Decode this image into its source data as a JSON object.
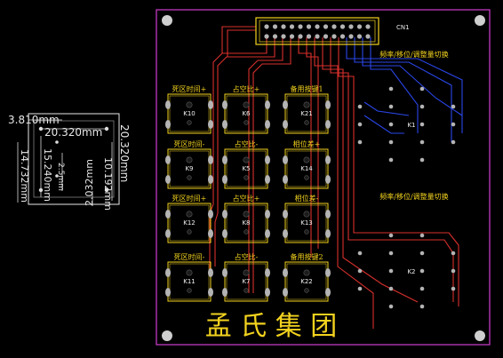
{
  "colors": {
    "background": "#000000",
    "board_outline": "#d23cd2",
    "silkscreen": "#f2d21e",
    "top_copper": "#d8302c",
    "bottom_copper": "#2a46e8",
    "pad": "#b4b4b4",
    "hole": "#1c1c1c",
    "dimension": "#e8e8e8",
    "dimension_line": "#d8d8d8"
  },
  "connector": {
    "label": "CN1"
  },
  "keys": [
    {
      "ref": "K10",
      "label": "死区时间+"
    },
    {
      "ref": "K6",
      "label": "占空比+"
    },
    {
      "ref": "K21",
      "label": "备用按键1"
    },
    {
      "ref": "K9",
      "label": "死区时间-"
    },
    {
      "ref": "K5",
      "label": "占空比-"
    },
    {
      "ref": "K14",
      "label": "相位差+"
    },
    {
      "ref": "K12",
      "label": "死区时间+"
    },
    {
      "ref": "K8",
      "label": "占空比+"
    },
    {
      "ref": "K13",
      "label": "相位差-"
    },
    {
      "ref": "K11",
      "label": "死区时间-"
    },
    {
      "ref": "K7",
      "label": "占空比-"
    },
    {
      "ref": "K22",
      "label": "备用按键2"
    }
  ],
  "encoders": [
    {
      "ref": "K1",
      "label": "频率/移位/调整量切换"
    },
    {
      "ref": "K2",
      "label": "频率/移位/调整量切换"
    }
  ],
  "company": "孟 氏 集 团",
  "dimensions": {
    "d1": "3.810mm",
    "d2": "20.320mm",
    "d3": "20.320mm",
    "d4": "15.240mm",
    "d5": "2.032mm",
    "d6": "10.192mm",
    "d7": "2.5mm",
    "d8": "14.732mm"
  }
}
